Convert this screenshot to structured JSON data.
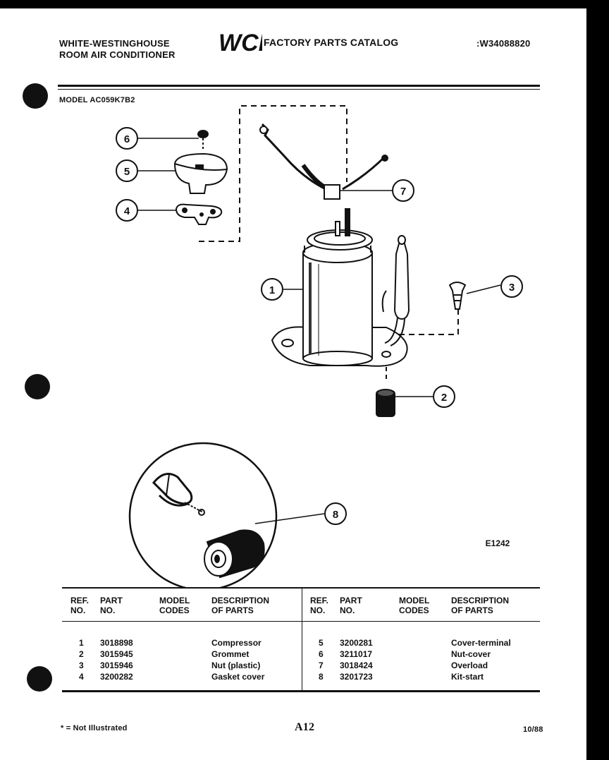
{
  "header": {
    "brand_line1": "WHITE-WESTINGHOUSE",
    "brand_line2": "ROOM AIR CONDITIONER",
    "logo_text": "WCI",
    "catalog_title": "FACTORY PARTS CATALOG",
    "catalog_number": ":W34088820",
    "model": "MODEL AC059K7B2"
  },
  "diagram": {
    "callouts": [
      "6",
      "5",
      "4",
      "7",
      "1",
      "3",
      "2",
      "8"
    ],
    "figure_id": "E1242"
  },
  "table": {
    "headers": {
      "ref_line1": "REF.",
      "ref_line2": "NO.",
      "part_line1": "PART",
      "part_line2": "NO.",
      "model_line1": "MODEL",
      "model_line2": "CODES",
      "desc_line1": "DESCRIPTION",
      "desc_line2": "OF PARTS"
    },
    "left_rows": [
      {
        "ref": "1",
        "part": "3018898",
        "desc": "Compressor"
      },
      {
        "ref": "2",
        "part": "3015945",
        "desc": "Grommet"
      },
      {
        "ref": "3",
        "part": "3015946",
        "desc": "Nut (plastic)"
      },
      {
        "ref": "4",
        "part": "3200282",
        "desc": "Gasket cover"
      }
    ],
    "right_rows": [
      {
        "ref": "5",
        "part": "3200281",
        "desc": "Cover-terminal"
      },
      {
        "ref": "6",
        "part": "3211017",
        "desc": "Nut-cover"
      },
      {
        "ref": "7",
        "part": "3018424",
        "desc": "Overload"
      },
      {
        "ref": "8",
        "part": "3201723",
        "desc": "Kit-start"
      }
    ]
  },
  "footer": {
    "note": "* = Not Illustrated",
    "page": "A12",
    "date": "10/88"
  }
}
